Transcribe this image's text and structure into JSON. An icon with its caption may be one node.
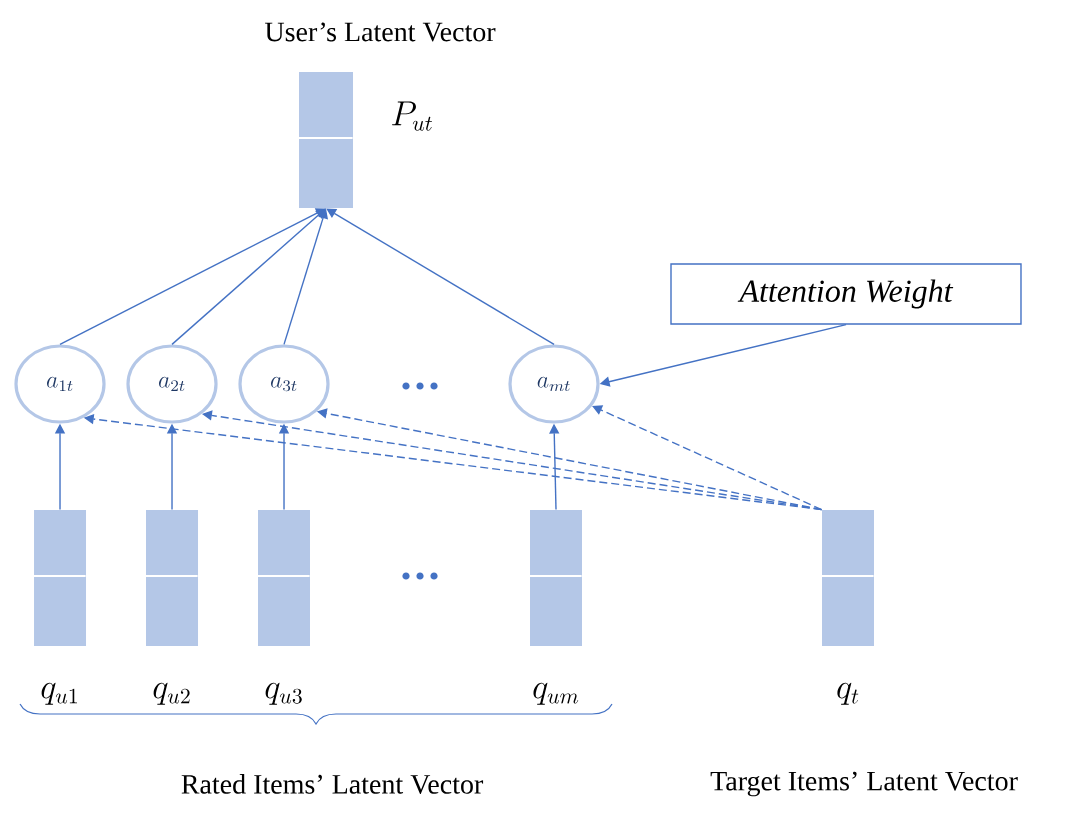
{
  "diagram": {
    "nodes": [
      {
        "text": [],
        "shape": "bar",
        "beside": [
          "User’s Latent Vector",
          "P_{ut}"
        ]
      },
      {
        "text": [
          "a_{1t}"
        ]
      },
      {
        "text": [
          "a_{2t}"
        ]
      },
      {
        "text": [
          "a_{3t}"
        ]
      },
      {
        "text": [
          "a_{mt}"
        ]
      },
      {
        "text": [
          "Attention Weight"
        ]
      },
      {
        "text": [],
        "shape": "bar",
        "beside": [
          "q_{u1}"
        ]
      },
      {
        "text": [],
        "shape": "bar",
        "beside": [
          "q_{u2}"
        ]
      },
      {
        "text": [],
        "shape": "bar",
        "beside": [
          "q_{u3}"
        ]
      },
      {
        "text": [],
        "shape": "bar",
        "beside": [
          "q_{um}"
        ]
      },
      {
        "text": [],
        "shape": "bar",
        "beside": [
          "q_{t}"
        ]
      }
    ],
    "edges": [
      {
        "from": 1,
        "to": 0,
        "arrow": "to"
      },
      {
        "from": 2,
        "to": 0,
        "arrow": "to"
      },
      {
        "from": 3,
        "to": 0,
        "arrow": "to"
      },
      {
        "from": 4,
        "to": 0,
        "arrow": "to"
      },
      {
        "from": 5,
        "to": 4,
        "arrow": "to"
      },
      {
        "from": 6,
        "to": 1,
        "arrow": "to"
      },
      {
        "from": 7,
        "to": 2,
        "arrow": "to"
      },
      {
        "from": 8,
        "to": 3,
        "arrow": "to"
      },
      {
        "from": 9,
        "to": 4,
        "arrow": "to"
      },
      {
        "from": 10,
        "to": 1,
        "arrow": "to",
        "style": "dashed"
      },
      {
        "from": 10,
        "to": 2,
        "arrow": "to",
        "style": "dashed"
      },
      {
        "from": 10,
        "to": 3,
        "arrow": "to",
        "style": "dashed"
      },
      {
        "from": 10,
        "to": 4,
        "arrow": "to",
        "style": "dashed"
      }
    ],
    "labels": [
      "Rated Items’ Latent Vector",
      "Target Items’ Latent Vector"
    ]
  }
}
